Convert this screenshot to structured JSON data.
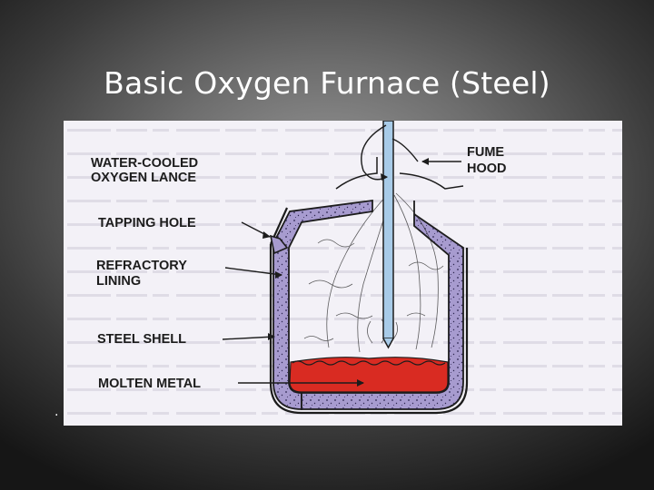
{
  "slide": {
    "title": "Basic Oxygen Furnace (Steel)",
    "bullet": "."
  },
  "diagram": {
    "labels": {
      "lance_line1": "WATER-COOLED",
      "lance_line2": "OXYGEN LANCE",
      "hood_line1": "FUME",
      "hood_line2": "HOOD",
      "tapping_hole": "TAPPING HOLE",
      "refractory_line1": "REFRACTORY",
      "refractory_line2": "LINING",
      "steel_shell": "STEEL SHELL",
      "molten_metal": "MOLTEN METAL"
    },
    "colors": {
      "lining": "#a79bcf",
      "molten": "#d92b22",
      "lance": "#a8cbe8",
      "paper": "#f3f1f7",
      "ink": "#1c1c1c"
    }
  }
}
